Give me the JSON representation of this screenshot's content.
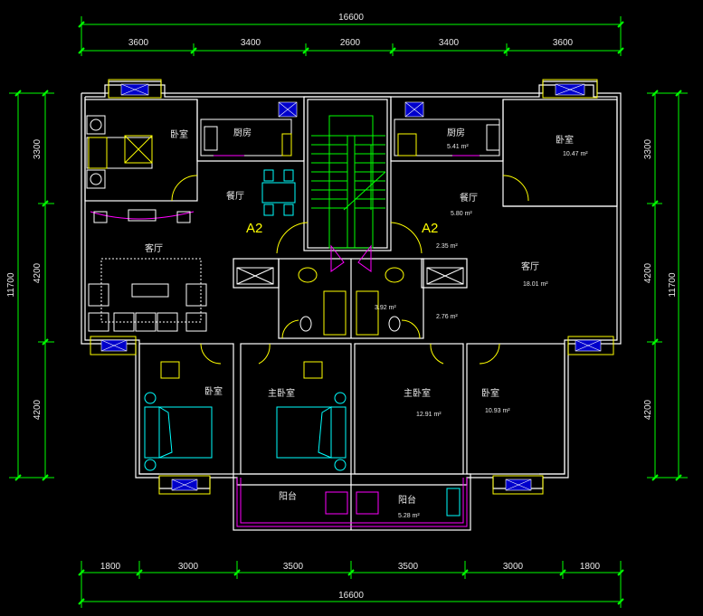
{
  "colors": {
    "background": "#000000",
    "walls": "#ffffff",
    "dimensions": "#00ff00",
    "doors": "#ffff00",
    "furniture_cyan": "#00ffff",
    "furniture_magenta": "#ff00ff",
    "windows": "#0000ff",
    "text": "#e8e8e8"
  },
  "dimensions": {
    "top_total": "16600",
    "top_segments": [
      "3600",
      "3400",
      "2600",
      "3400",
      "3600"
    ],
    "bottom_total": "16600",
    "bottom_segments": [
      "1800",
      "3000",
      "3500",
      "3500",
      "3000",
      "1800"
    ],
    "left_total": "11700",
    "left_segments": [
      "3300",
      "4200",
      "4200"
    ],
    "right_total": "11700",
    "right_segments": [
      "3300",
      "4200",
      "4200"
    ]
  },
  "unit_labels": [
    "A2",
    "A2"
  ],
  "rooms": {
    "left_bedroom_top": "卧室",
    "left_kitchen": "厨房",
    "left_dining": "餐厅",
    "left_living": "客厅",
    "left_bedroom_bottom": "卧室",
    "left_master_bedroom": "主卧室",
    "left_balcony": "阳台",
    "right_kitchen": "厨房",
    "right_kitchen_area": "5.41 m²",
    "right_bedroom_top": "卧室",
    "right_bedroom_top_area": "10.47 m²",
    "right_dining": "餐厅",
    "right_dining_area": "5.80 m²",
    "right_hall_area": "2.35 m²",
    "right_living": "客厅",
    "right_living_area": "18.01 m²",
    "right_bath_area_1": "3.92 m²",
    "right_bath_area_2": "2.76 m²",
    "right_master_bedroom": "主卧室",
    "right_master_bedroom_area": "12.91 m²",
    "right_bedroom_bottom": "卧室",
    "right_bedroom_bottom_area": "10.93 m²",
    "right_balcony": "阳台",
    "right_balcony_area": "5.28 m²"
  }
}
